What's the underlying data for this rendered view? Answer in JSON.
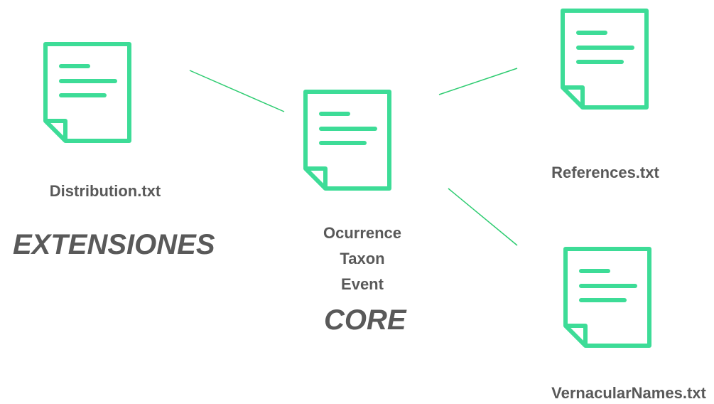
{
  "theme": {
    "icon_color": "#3ddc97",
    "line_color": "#2ecc71",
    "text_color": "#595959"
  },
  "files": {
    "distribution": "Distribution.txt",
    "references": "References.txt",
    "vernacular": "VernacularNames.txt"
  },
  "core": {
    "types": [
      "Ocurrence",
      "Taxon",
      "Event"
    ],
    "title": "CORE"
  },
  "extensions": {
    "title": "EXTENSIONES"
  },
  "icons": [
    "document-icon",
    "document-icon",
    "document-icon",
    "document-icon"
  ]
}
